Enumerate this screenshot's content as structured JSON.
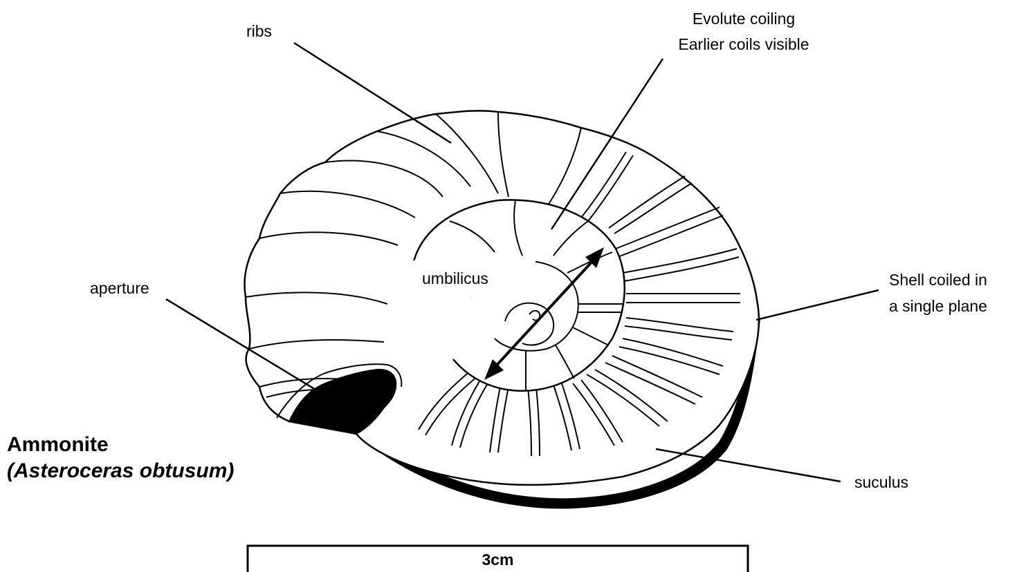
{
  "labels": {
    "ribs": "ribs",
    "evolute_line1": "Evolute coiling",
    "evolute_line2": "Earlier coils visible",
    "aperture": "aperture",
    "umbilicus": "umbilicus",
    "shell_line1": "Shell coiled in",
    "shell_line2": "a single plane",
    "suculus": "suculus"
  },
  "title": {
    "common_name": "Ammonite",
    "scientific_name": "(Asteroceras obtusum)"
  },
  "scale_bar": {
    "label": "3cm"
  },
  "colors": {
    "ink": "#000000",
    "background": "#ffffff"
  }
}
